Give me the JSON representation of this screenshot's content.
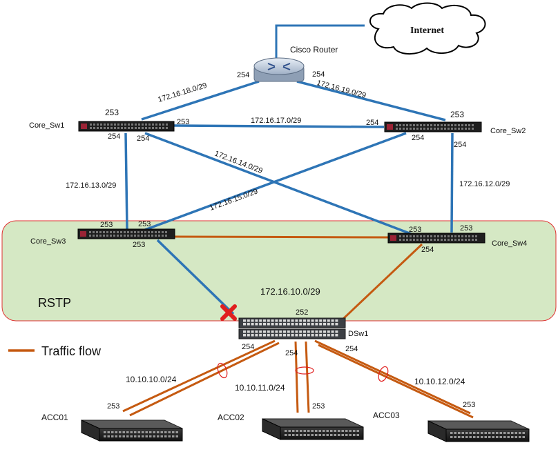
{
  "cloud_label": "Internet",
  "router_label": "Cisco Router",
  "switches": {
    "core_sw1": "Core_Sw1",
    "core_sw2": "Core_Sw2",
    "core_sw3": "Core_Sw3",
    "core_sw4": "Core_Sw4",
    "dsw1": "DSw1",
    "acc01": "ACC01",
    "acc02": "ACC02",
    "acc03": "ACC03"
  },
  "networks": {
    "r_sw1": "172.16.18.0/29",
    "r_sw2": "172.16.19.0/29",
    "sw1_sw2": "172.16.17.0/29",
    "sw1_sw4": "172.16.14.0/29",
    "sw2_sw3": "172.16.15.0/29",
    "sw1_sw3": "172.16.13.0/29",
    "sw2_sw4": "172.16.12.0/29",
    "core_dsw": "172.16.10.0/29",
    "acc01": "10.10.10.0/24",
    "acc02": "10.10.11.0/24",
    "acc03": "10.10.12.0/24"
  },
  "ports": {
    "router_left": "254",
    "router_right": "254",
    "sw1_top": "253",
    "sw1_right": "253",
    "sw1_bottom_left": "254",
    "sw1_bottom_right": "254",
    "sw2_top": "253",
    "sw2_left": "254",
    "sw2_bottom_left": "254",
    "sw2_bottom_right": "254",
    "sw3_left": "253",
    "sw3_right": "253",
    "sw3_bottom": "253",
    "sw4_left": "253",
    "sw4_right": "253",
    "sw4_bottom": "254",
    "dsw1_top": "252",
    "dsw1_left": "254",
    "dsw1_mid": "254",
    "dsw1_right": "254",
    "acc01": "253",
    "acc02": "253",
    "acc03": "253"
  },
  "rstp_label": "RSTP",
  "legend": {
    "label": "Traffic flow"
  },
  "colors": {
    "blue_link": "#2e75b6",
    "orange_link": "#c55a11",
    "rstp_fill": "#d5e8c4",
    "rstp_border": "#e03030",
    "blocked": "#e01e1e"
  }
}
